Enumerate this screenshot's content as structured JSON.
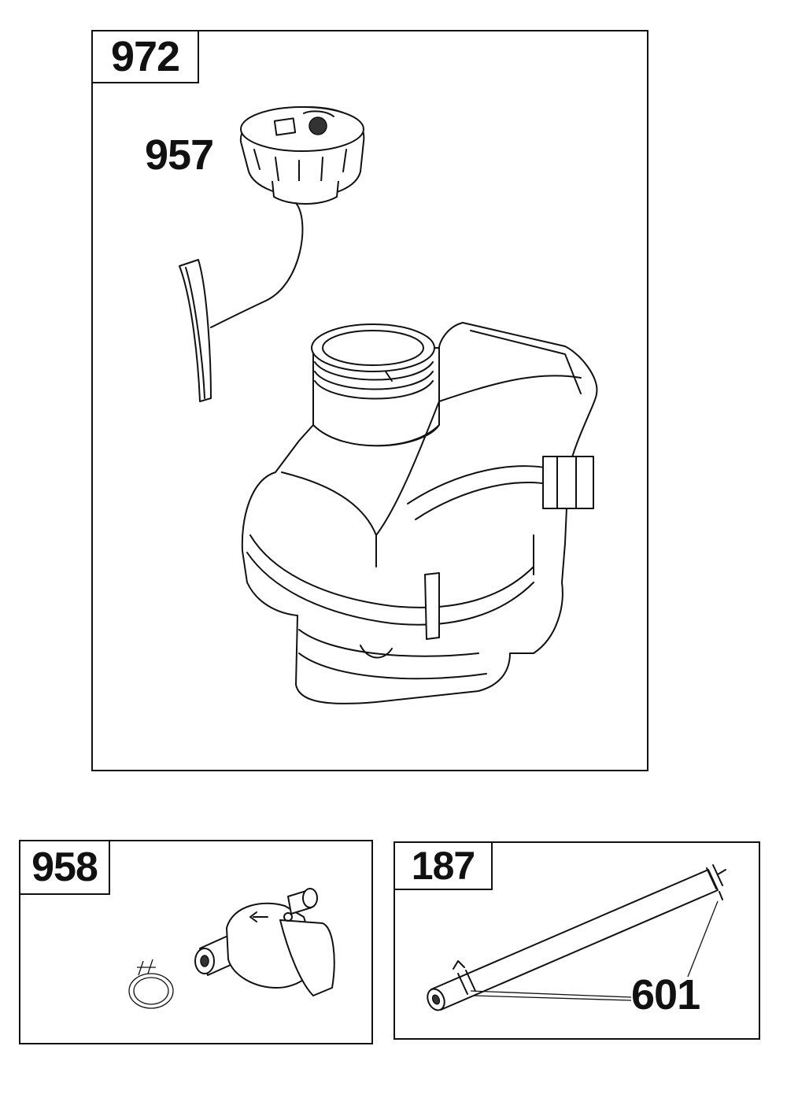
{
  "panels": {
    "main": {
      "label": "972"
    },
    "valve": {
      "label": "958"
    },
    "line": {
      "label": "187"
    }
  },
  "callouts": {
    "cap": "957",
    "clamps": "601"
  }
}
